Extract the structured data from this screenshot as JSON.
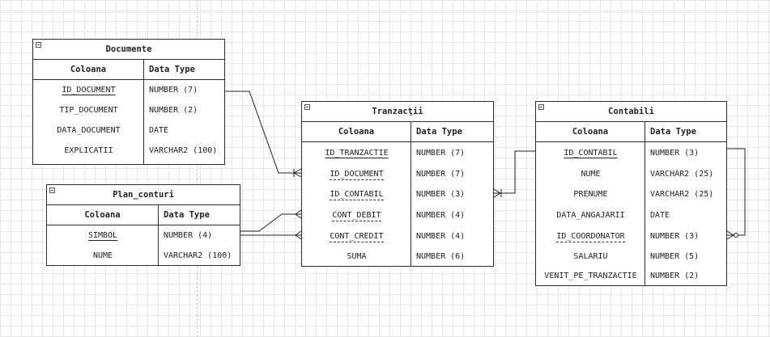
{
  "entities": {
    "documente": {
      "title": "Documente",
      "col_header": "Coloana",
      "type_header": "Data Type",
      "rows": [
        {
          "name": "ID_DOCUMENT",
          "type": "NUMBER (7)",
          "key": "pk"
        },
        {
          "name": "TIP_DOCUMENT",
          "type": "NUMBER (2)",
          "key": ""
        },
        {
          "name": "DATA_DOCUMENT",
          "type": "DATE",
          "key": ""
        },
        {
          "name": "EXPLICATII",
          "type": "VARCHAR2 (100)",
          "key": ""
        }
      ]
    },
    "plan_conturi": {
      "title": "Plan_conturi",
      "col_header": "Coloana",
      "type_header": "Data Type",
      "rows": [
        {
          "name": "SIMBOL",
          "type": "NUMBER (4)",
          "key": "pk"
        },
        {
          "name": "NUME",
          "type": "VARCHAR2 (100)",
          "key": ""
        }
      ]
    },
    "tranzactii": {
      "title": "Tranzacţii",
      "col_header": "Coloana",
      "type_header": "Data Type",
      "rows": [
        {
          "name": "ID_TRANZACTIE",
          "type": "NUMBER (7)",
          "key": "pk"
        },
        {
          "name": "ID_DOCUMENT",
          "type": "NUMBER (7)",
          "key": "fk"
        },
        {
          "name": "ID_CONTABIL",
          "type": "NUMBER (3)",
          "key": "fk"
        },
        {
          "name": "CONT_DEBIT",
          "type": "NUMBER (4)",
          "key": "fk"
        },
        {
          "name": "CONT_CREDIT",
          "type": "NUMBER (4)",
          "key": "fk"
        },
        {
          "name": "SUMA",
          "type": "NUMBER (6)",
          "key": ""
        }
      ]
    },
    "contabili": {
      "title": "Contabili",
      "col_header": "Coloana",
      "type_header": "Data Type",
      "rows": [
        {
          "name": "ID_CONTABIL",
          "type": "NUMBER (3)",
          "key": "pk"
        },
        {
          "name": "NUME",
          "type": "VARCHAR2 (25)",
          "key": ""
        },
        {
          "name": "PRENUME",
          "type": "VARCHAR2 (25)",
          "key": ""
        },
        {
          "name": "DATA_ANGAJARII",
          "type": "DATE",
          "key": ""
        },
        {
          "name": "ID_COORDONATOR",
          "type": "NUMBER (3)",
          "key": "fk"
        },
        {
          "name": "SALARIU",
          "type": "NUMBER (5)",
          "key": ""
        },
        {
          "name": "VENIT_PE_TRANZACTIE",
          "type": "NUMBER (2)",
          "key": ""
        }
      ]
    }
  }
}
